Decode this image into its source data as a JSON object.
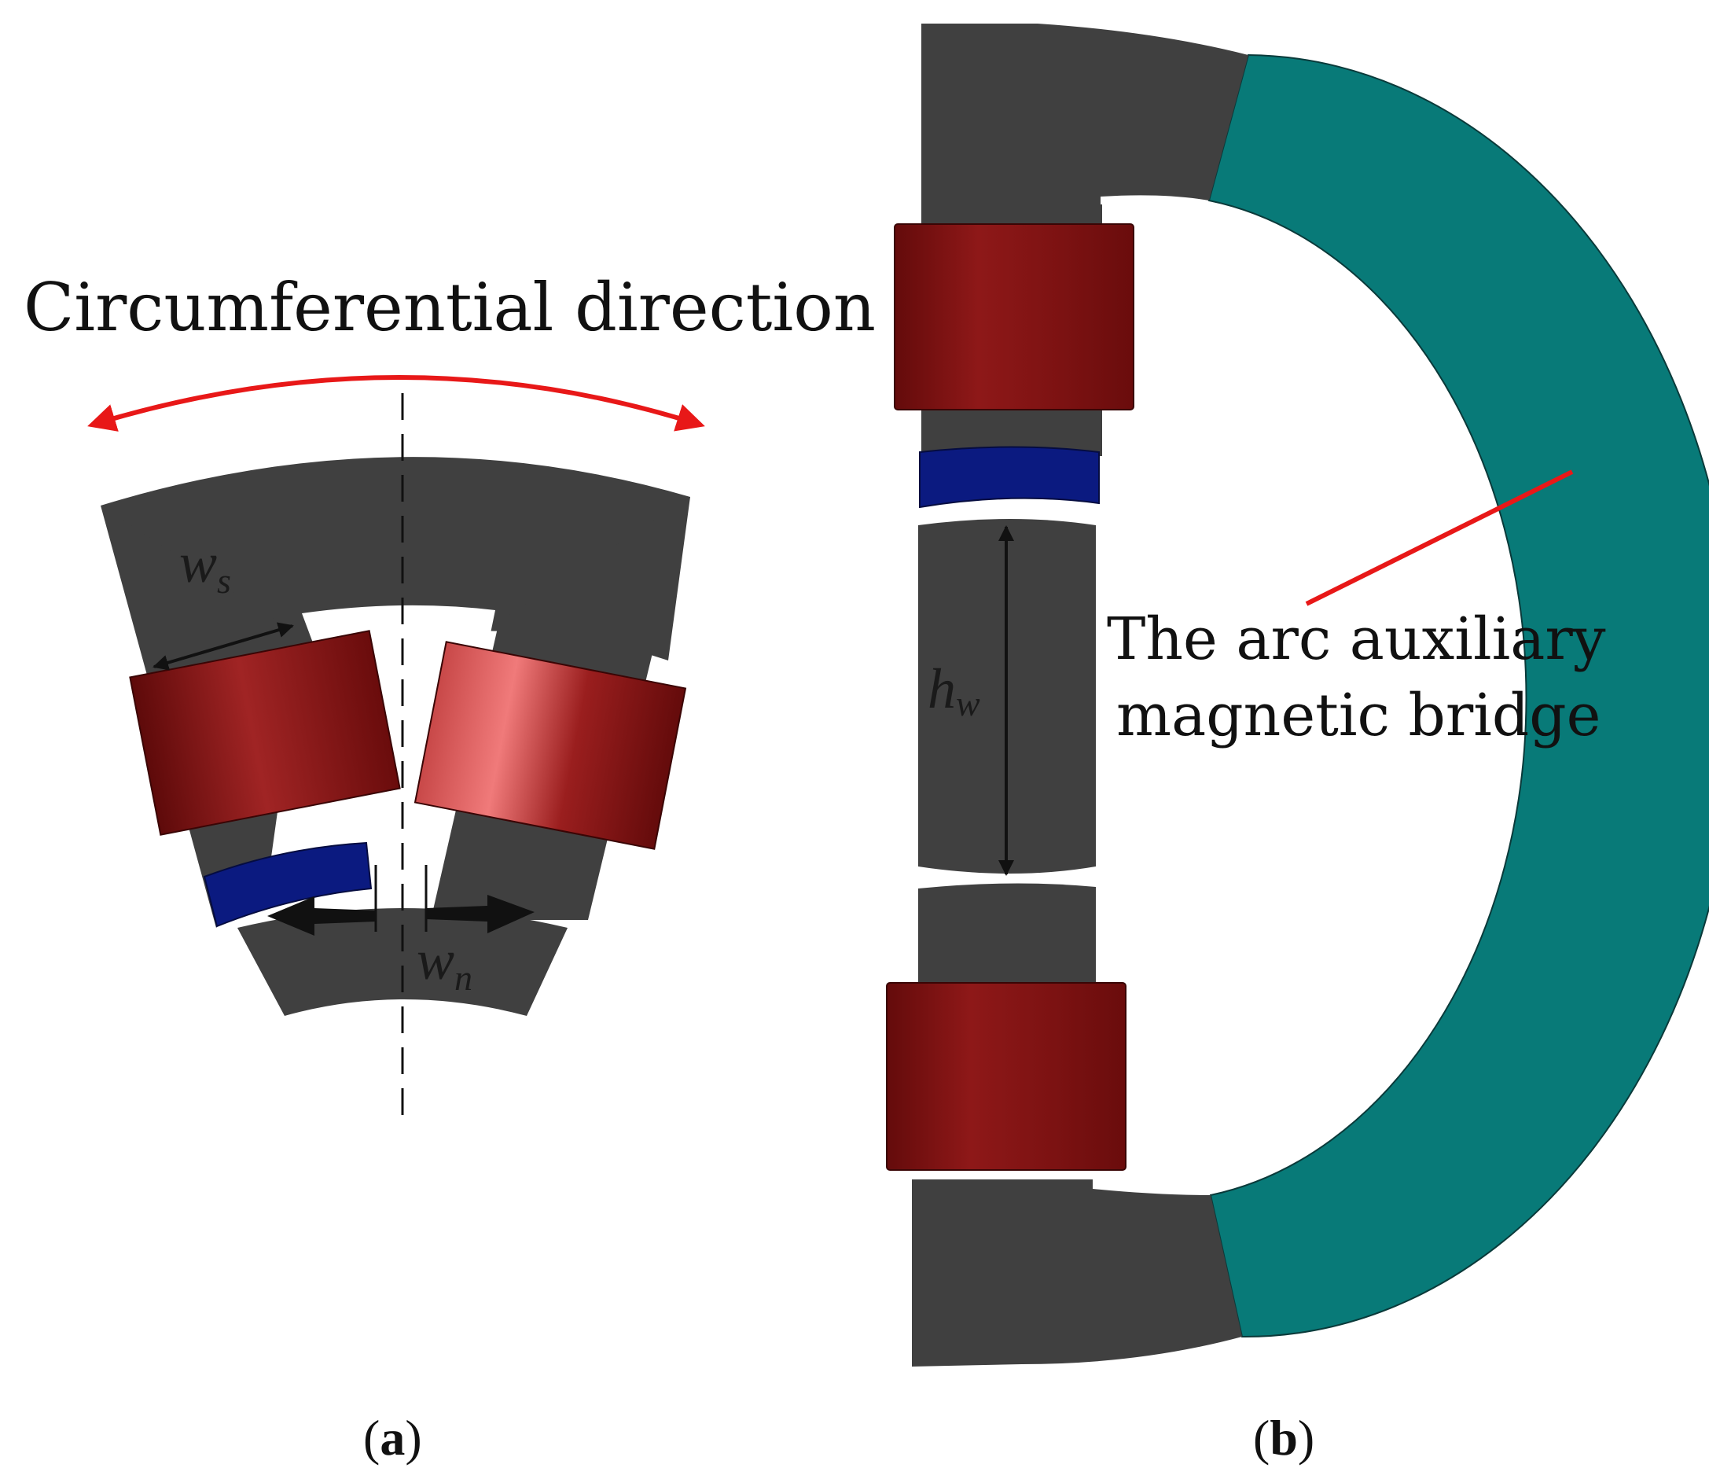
{
  "left_panel": {
    "title": "Circumferential direction",
    "ws_main": "w",
    "ws_sub": "s",
    "wn_main": "w",
    "wn_sub": "n",
    "caption_open": "(",
    "caption_letter": "a",
    "caption_close": ")"
  },
  "right_panel": {
    "hw_main": "h",
    "hw_sub": "w",
    "bridge_label_line1": "The arc auxiliary",
    "bridge_label_line2": "magnetic bridge",
    "caption_open": "(",
    "caption_letter": "b",
    "caption_close": ")"
  },
  "colors": {
    "core": "#404040",
    "coil": "#7a1010",
    "coil_highlight": "#e87070",
    "magnet": "#0b1a80",
    "bridge": "#087a78",
    "arrow_red": "#e81818",
    "dimension": "#111111"
  }
}
